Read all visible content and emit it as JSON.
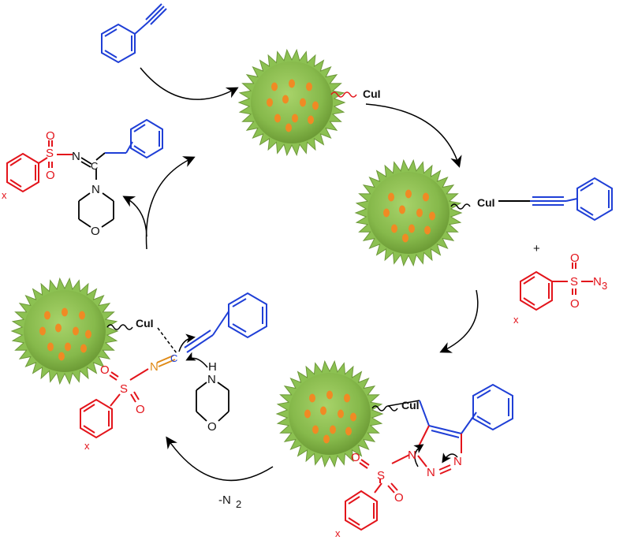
{
  "catalyst": {
    "label": "CuI"
  },
  "atoms": {
    "S": "S",
    "O": "O",
    "N": "N",
    "H": "H",
    "C": "C",
    "x": "x"
  },
  "azide": {
    "n3": "N",
    "n3_sub": "3"
  },
  "plus_sign": "+",
  "elimination": {
    "text": "-N",
    "subscript": "2"
  },
  "colors": {
    "alkyne": "#1f3fd6",
    "sulfonyl": "#e3141b",
    "nitrogen_orange": "#e08a16",
    "catalyst_green": "#8cc152",
    "catalyst_dot": "#f08a24",
    "black": "#111111"
  }
}
